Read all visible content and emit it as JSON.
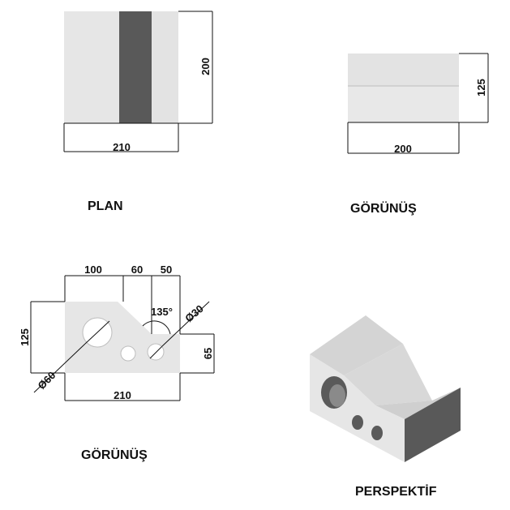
{
  "plan": {
    "title": "PLAN",
    "width_label": "210",
    "depth_label": "200"
  },
  "side_view": {
    "title": "GÖRÜNÜŞ",
    "width_label": "200",
    "height_label": "125"
  },
  "front_view": {
    "title": "GÖRÜNÜŞ",
    "seg1_label": "100",
    "seg2_label": "60",
    "seg3_label": "50",
    "height_label": "125",
    "step_label": "65",
    "width_label": "210",
    "angle_label": "135°",
    "big_hole_label": "Ø60",
    "small_hole_label": "Ø30"
  },
  "perspective": {
    "title": "PERSPEKTİF"
  },
  "colors": {
    "face_light": "#e6e6e6",
    "face_mid": "#d4d4d4",
    "face_dark": "#595959",
    "outline": "#111111"
  }
}
